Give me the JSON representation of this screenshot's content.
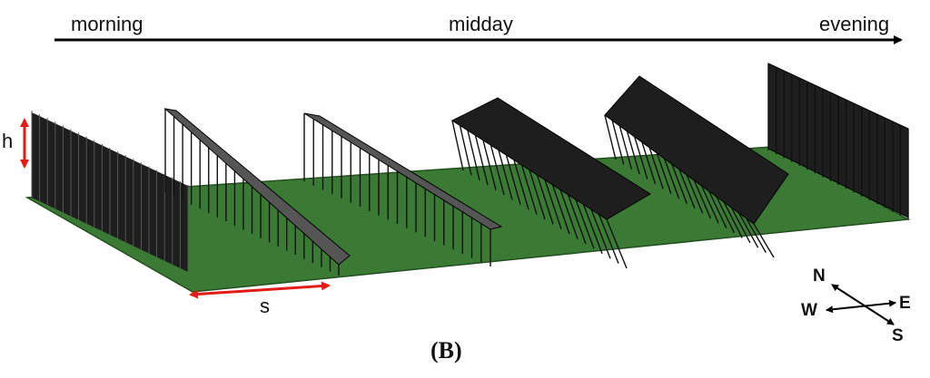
{
  "timeline": {
    "morning_label": "morning",
    "midday_label": "midday",
    "evening_label": "evening"
  },
  "dimensions": {
    "height_label": "h",
    "spacing_label": "s",
    "marker_color": "#e21b14"
  },
  "compass": {
    "north": "N",
    "south": "S",
    "east": "E",
    "west": "W"
  },
  "caption": "(B)",
  "colors": {
    "ground": "#3b7a35",
    "panel": "#1e1e1e",
    "panel_tilted": "#555555",
    "post": "#111111"
  },
  "panel_rows": [
    {
      "name": "vertical-east-facing",
      "tilt": "vertical"
    },
    {
      "name": "tilted-east",
      "tilt": "tilted"
    },
    {
      "name": "tilted-east-shallow",
      "tilt": "tilted"
    },
    {
      "name": "tilted-west-shallow",
      "tilt": "tilted"
    },
    {
      "name": "tilted-west",
      "tilt": "tilted"
    },
    {
      "name": "vertical-west-facing",
      "tilt": "vertical"
    }
  ]
}
